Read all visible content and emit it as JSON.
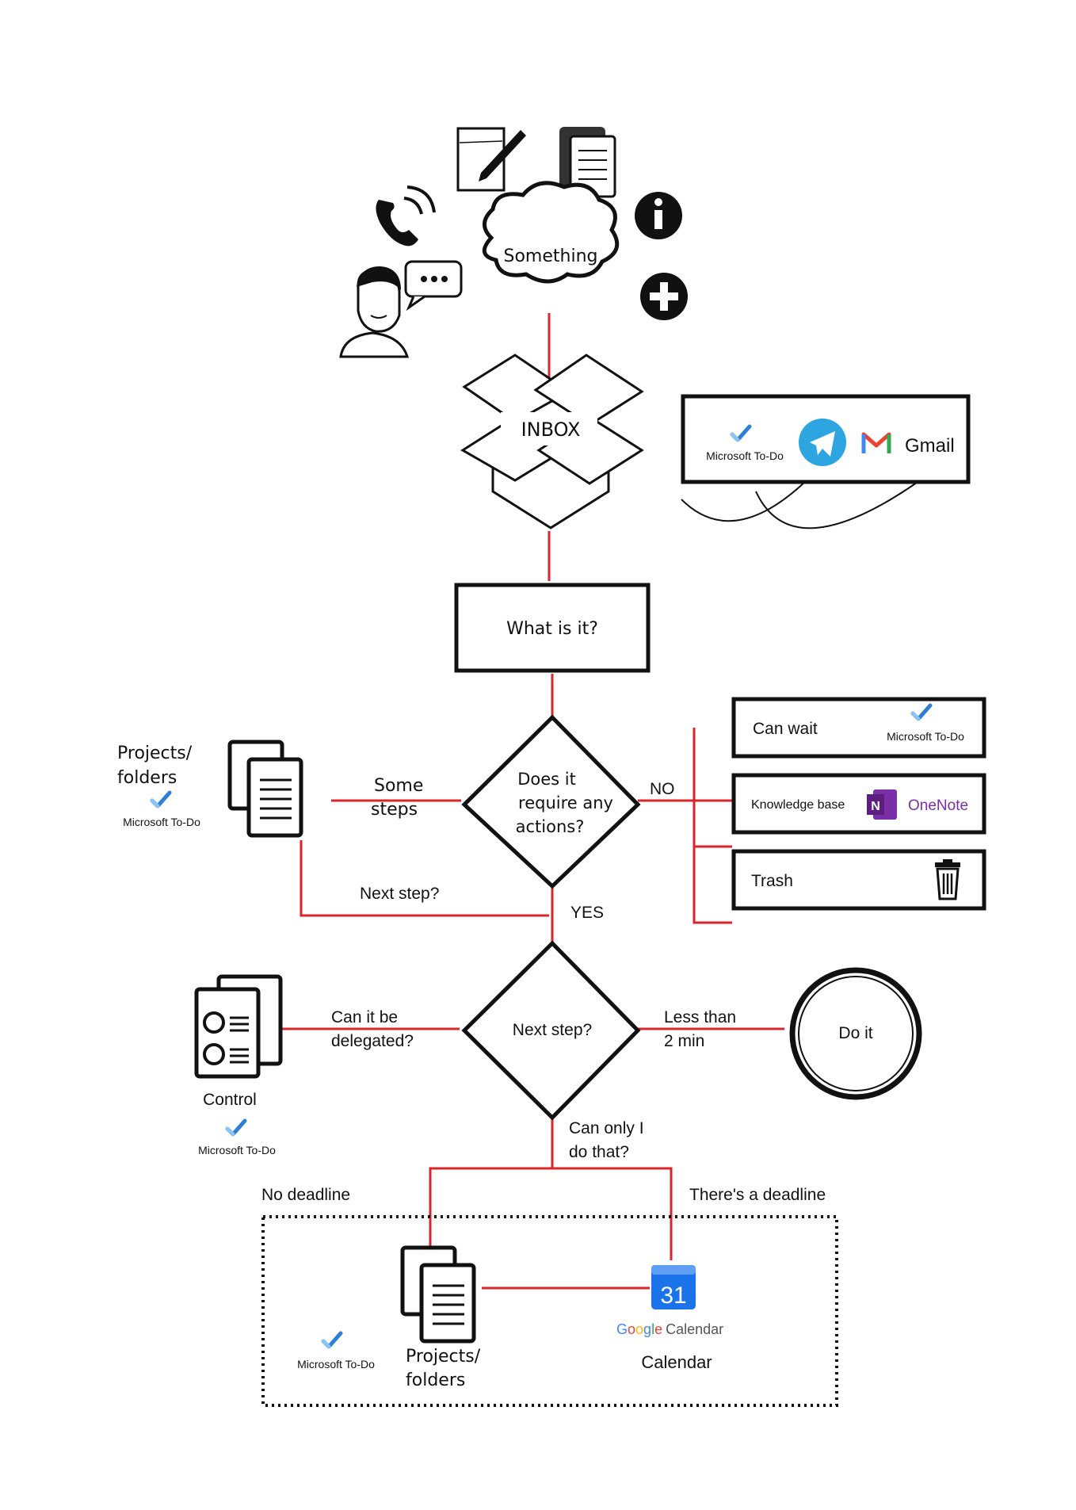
{
  "nodes": {
    "something": "Something",
    "inbox": "INBOX",
    "what_is_it": "What is it?",
    "requires_action": [
      "Does it",
      "require any",
      "actions?"
    ],
    "next_step": "Next step?",
    "do_it": "Do it",
    "can_wait": "Can wait",
    "knowledge_base": "Knowledge base",
    "trash": "Trash",
    "projects_top": [
      "Projects/",
      "folders"
    ],
    "control": "Control",
    "projects_bottom": [
      "Projects/",
      "folders"
    ],
    "calendar": "Calendar"
  },
  "edges": {
    "no": "NO",
    "yes": "YES",
    "some_steps": [
      "Some",
      "steps"
    ],
    "next_step_q": "Next step?",
    "delegated": [
      "Can it be",
      "delegated?"
    ],
    "less_than": [
      "Less than",
      "2 min"
    ],
    "only_i": [
      "Can only I",
      "do that?"
    ],
    "no_deadline": "No deadline",
    "deadline": "There's a deadline"
  },
  "apps": {
    "ms_todo": "Microsoft To-Do",
    "gmail": "Gmail",
    "onenote": "OneNote",
    "gcal_day": "31",
    "gcal_google": [
      "G",
      "o",
      "o",
      "g",
      "l",
      "e"
    ],
    "gcal_word": "Calendar"
  },
  "icons": [
    "notebook-pen-icon",
    "documents-icon",
    "phone-icon",
    "info-icon",
    "plus-icon",
    "person-talking-icon",
    "chat-bubble-icon",
    "open-box-icon",
    "telegram-icon",
    "gmail-icon",
    "onenote-icon",
    "trash-can-icon",
    "contacts-icon",
    "google-calendar-icon",
    "checkmark-icon"
  ],
  "colors": {
    "connector": "#d8262b",
    "ms_todo": "#2f7fd6",
    "telegram": "#2ca5e0",
    "onenote": "#7b2fa6",
    "gcal": "#1a73e8",
    "google": [
      "#4285f4",
      "#ea4335",
      "#fbbc05",
      "#4285f4",
      "#34a853",
      "#ea4335"
    ]
  }
}
